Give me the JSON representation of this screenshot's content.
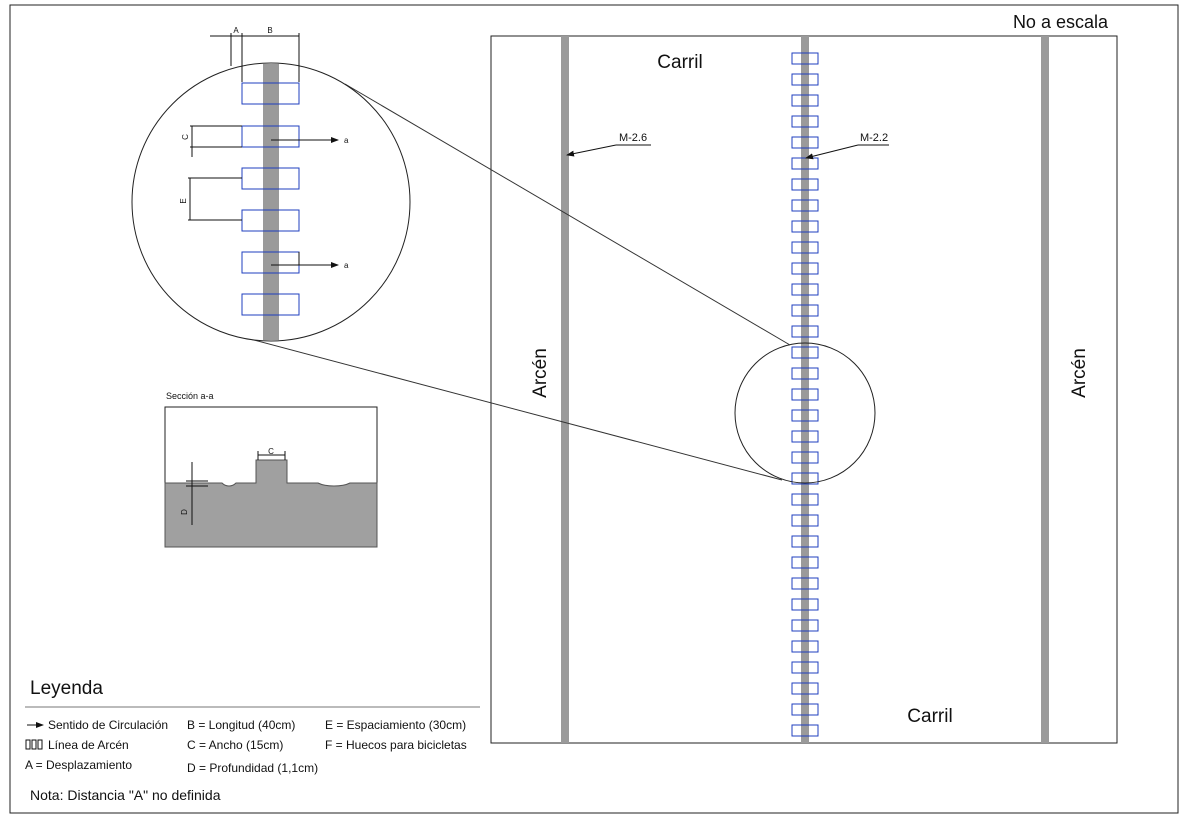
{
  "scale_note": "No a escala",
  "road": {
    "carril_top": "Carril",
    "carril_bottom": "Carril",
    "arcen_left": "Arcén",
    "arcen_right": "Arcén",
    "label_left_line": "M-2.6",
    "label_center_line": "M-2.2"
  },
  "detail": {
    "dim_a": "A",
    "dim_b": "B",
    "dim_c": "C",
    "dim_e": "E",
    "section_mark_top": "a",
    "section_mark_bottom": "a"
  },
  "section": {
    "title": "Sección a-a",
    "dim_c": "C",
    "dim_d": "D"
  },
  "legend": {
    "title": "Leyenda",
    "items": {
      "direction": "Sentido de Circulación",
      "shoulder_line": "Línea de Arcén",
      "a": "A = Desplazamiento",
      "b": "B = Longitud (40cm)",
      "c": "C = Ancho (15cm)",
      "d": "D = Profundidad (1,1cm)",
      "e": "E = Espaciamiento (30cm)",
      "f": "F = Huecos para bicicletas"
    },
    "note": "Nota: Distancia \"A\" no definida"
  },
  "colors": {
    "rumble": "#1f3fbf",
    "line_grey": "#9a9a9a",
    "ground": "#a0a0a0",
    "frame": "#222222"
  }
}
